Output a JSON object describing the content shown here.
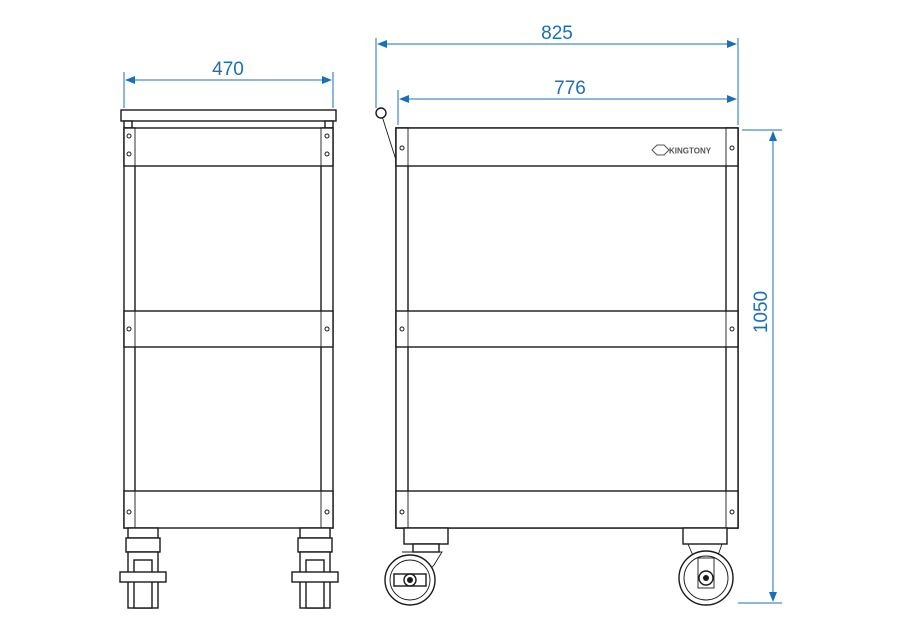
{
  "drawing": {
    "title": "Tool cart dimension drawing",
    "dimension_color": "#1b6fb7",
    "dimensions": {
      "side_width": "470",
      "overall_length": "825",
      "body_length": "776",
      "height": "1050"
    },
    "logo_text": "KINGTONY"
  }
}
